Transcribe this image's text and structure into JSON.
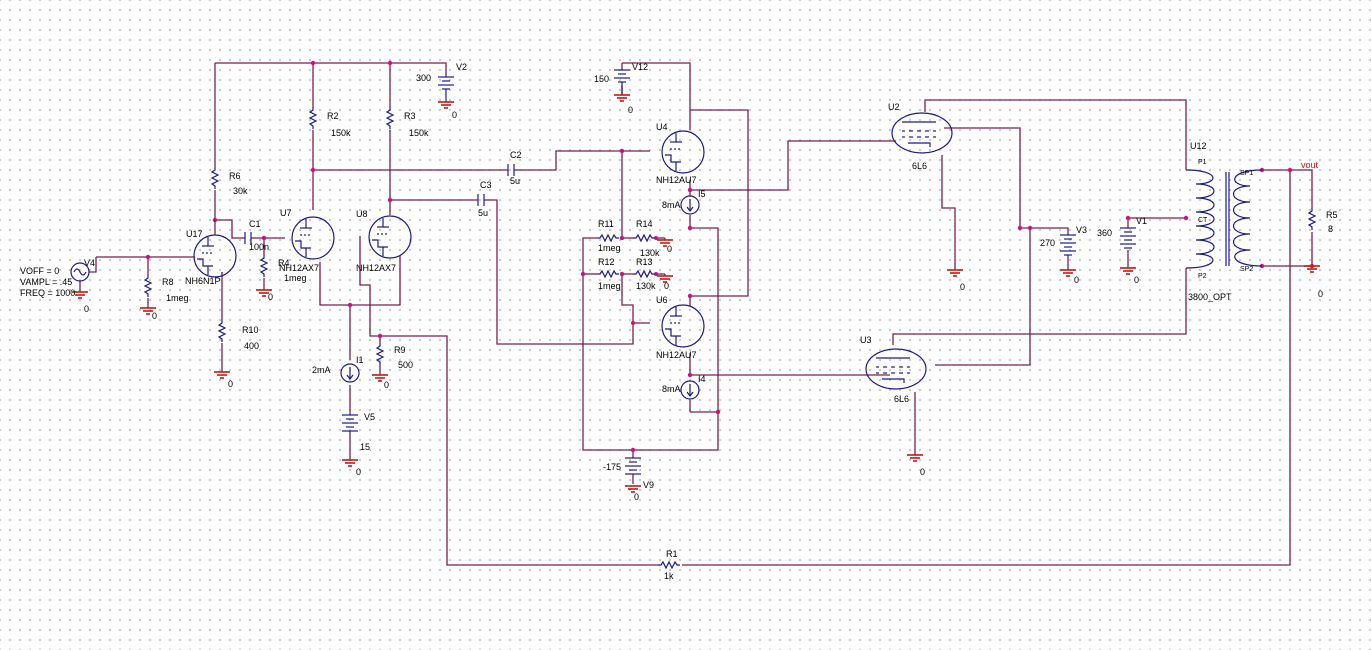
{
  "schematic": {
    "labels": {
      "V2_value": "300",
      "V2_ref": "V2",
      "V12_value": "150",
      "V12_ref": "V12",
      "R2_ref": "R2",
      "R2_value": "150k",
      "R3_ref": "R3",
      "R3_value": "150k",
      "R6_ref": "R6",
      "R6_value": "30k",
      "C1_ref": "C1",
      "C1_value": "100n",
      "C2_ref": "C2",
      "C2_value": "5u",
      "C3_ref": "C3",
      "C3_value": "5u",
      "U7_ref": "U7",
      "U7_type": "NH12AX7",
      "U8_ref": "U8",
      "U8_type": "NH12AX7",
      "U17_ref": "U17",
      "U17_type": "NH6N1P",
      "R4_ref": "R4",
      "R4_value": "1meg",
      "R8_ref": "R8",
      "R8_value": "1meg",
      "R10_ref": "R10",
      "R10_value": "400",
      "R9_ref": "R9",
      "R9_value": "500",
      "V4_ref": "V4",
      "V4_voff": "VOFF = 0",
      "V4_vampl": "VAMPL = .45",
      "V4_freq": "FREQ = 1000",
      "I1_ref": "I1",
      "I1_value": "2mA",
      "V5_ref": "V5",
      "V5_value": "15",
      "U4_ref": "U4",
      "U4_type": "NH12AU7",
      "U6_ref": "U6",
      "U6_type": "NH12AU7",
      "I5_ref": "I5",
      "I5_value": "8mA",
      "I4_ref": "I4",
      "I4_value": "8mA",
      "R11_ref": "R11",
      "R11_value": "1meg",
      "R14_ref": "R14",
      "R14_value": "130k",
      "R12_ref": "R12",
      "R12_value": "1meg",
      "R13_ref": "R13",
      "R13_value": "130k",
      "V9_ref": "V9",
      "V9_value": "-175",
      "U2_ref": "U2",
      "U2_type": "6L6",
      "U3_ref": "U3",
      "U3_type": "6L6",
      "V3_ref": "V3",
      "V3_value": "270",
      "V1_ref": "V1",
      "V1_value": "360",
      "U12_ref": "U12",
      "U12_type": "3800_OPT",
      "U12_p1": "P1",
      "U12_ct": "CT",
      "U12_p2": "P2",
      "U12_sp1": "SP1",
      "U12_sp2": "SP2",
      "R5_ref": "R5",
      "R5_value": "8",
      "R1_ref": "R1",
      "R1_value": "1k",
      "vout": "vout",
      "gnd": "0"
    }
  }
}
